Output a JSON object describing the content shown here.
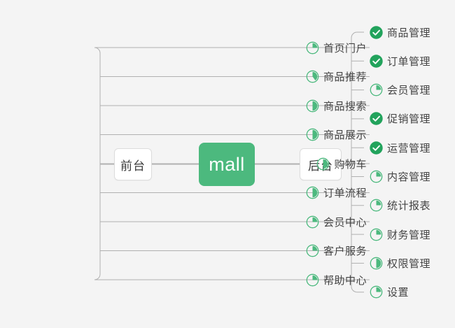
{
  "diagram": {
    "type": "mindmap",
    "background_color": "#f4f4f4",
    "accent_color": "#4cb97e",
    "done_color": "#22a35c",
    "text_color": "#444444",
    "connector_color": "#b0b0b0",
    "root": {
      "label": "mall",
      "name": "root-node"
    },
    "branches": [
      {
        "name": "frontend-branch",
        "label": "前台",
        "side": "left",
        "items": [
          {
            "label": "首页门户",
            "icon": "pie-icon",
            "progress": 25
          },
          {
            "label": "商品推荐",
            "icon": "pie-icon",
            "progress": 40
          },
          {
            "label": "商品搜索",
            "icon": "pie-icon",
            "progress": 50
          },
          {
            "label": "商品展示",
            "icon": "pie-icon",
            "progress": 50
          },
          {
            "label": "购物车",
            "icon": "pie-icon",
            "progress": 50
          },
          {
            "label": "订单流程",
            "icon": "pie-icon",
            "progress": 50
          },
          {
            "label": "会员中心",
            "icon": "pie-icon",
            "progress": 25
          },
          {
            "label": "客户服务",
            "icon": "pie-icon",
            "progress": 25
          },
          {
            "label": "帮助中心",
            "icon": "pie-icon",
            "progress": 25
          }
        ]
      },
      {
        "name": "backend-branch",
        "label": "后台",
        "side": "right",
        "items": [
          {
            "label": "商品管理",
            "icon": "check-circle-icon",
            "progress": 100
          },
          {
            "label": "订单管理",
            "icon": "check-circle-icon",
            "progress": 100
          },
          {
            "label": "会员管理",
            "icon": "pie-icon",
            "progress": 25
          },
          {
            "label": "促销管理",
            "icon": "check-circle-icon",
            "progress": 100
          },
          {
            "label": "运营管理",
            "icon": "check-circle-icon",
            "progress": 100
          },
          {
            "label": "内容管理",
            "icon": "pie-icon",
            "progress": 25
          },
          {
            "label": "统计报表",
            "icon": "pie-icon",
            "progress": 25
          },
          {
            "label": "财务管理",
            "icon": "pie-icon",
            "progress": 25
          },
          {
            "label": "权限管理",
            "icon": "pie-icon",
            "progress": 50
          },
          {
            "label": "设置",
            "icon": "pie-icon",
            "progress": 25
          }
        ]
      }
    ]
  }
}
